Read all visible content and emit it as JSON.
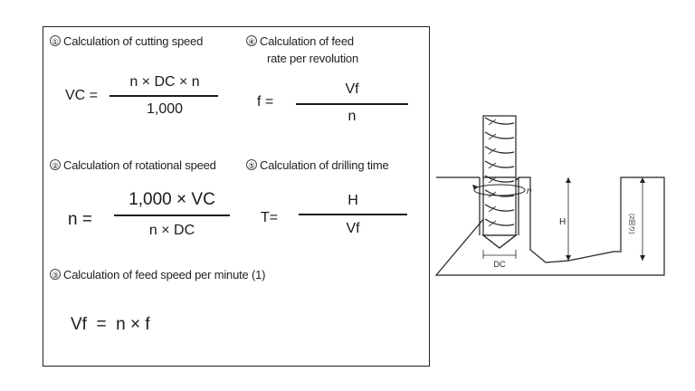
{
  "formulas": {
    "cutting_speed": {
      "number": "①",
      "heading": "Calculation of cutting speed",
      "lhs": "VC =",
      "numerator": "n × DC  × n",
      "denominator": "1,000"
    },
    "feed_per_rev": {
      "number": "④",
      "heading_line1": "Calculation of feed",
      "heading_line2": "rate per revolution",
      "lhs": "f =",
      "numerator": "Vf",
      "denominator": "n"
    },
    "rotational_speed": {
      "number": "②",
      "heading": "Calculation of rotational speed",
      "lhs": "n =",
      "numerator": "1,000  ×  VC",
      "denominator": "n  × DC"
    },
    "drilling_time": {
      "number": "⑤",
      "heading": "Calculation of drilling time",
      "lhs": "T=",
      "numerator": "H",
      "denominator": "Vf"
    },
    "feed_per_minute": {
      "number": "③",
      "heading": "Calculation of feed speed per minute (1)",
      "expression": "Vf  =  n × f"
    }
  },
  "diagram": {
    "rotation_label": "n",
    "depth_label": "H",
    "dc_label": "DC",
    "side_label": "(2回り)",
    "colors": {
      "line": "#222222",
      "drill_fill": "#ffffff",
      "hatch": "#333333"
    }
  }
}
